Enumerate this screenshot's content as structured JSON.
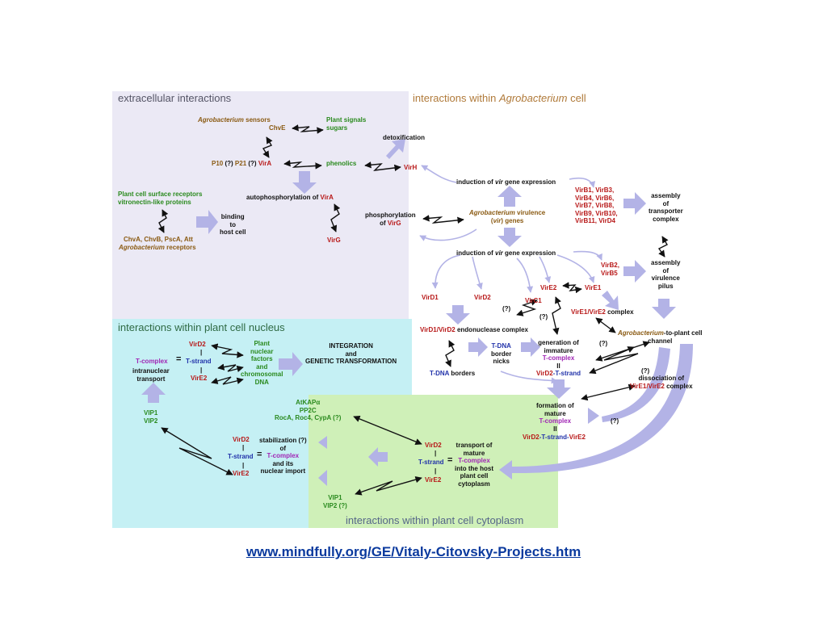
{
  "colors": {
    "extracellular_bg": "#ebe9f5",
    "agrobacterium_bg": "#ffffff",
    "nucleus_bg": "#c5f0f4",
    "cytoplasm_bg": "#cff0b8",
    "flow_arrow": "#b3b3e6",
    "green_text": "#2a8a1e",
    "red_text": "#b81818",
    "blue_text": "#2233aa",
    "purple_text": "#a126b5",
    "brown_text": "#8a5a12",
    "link": "#0b3a9e"
  },
  "regions": {
    "extracellular": {
      "pre": "extracellular interactions"
    },
    "agrobacterium": {
      "pre": "interactions within ",
      "em": "Agrobacterium",
      "post": " cell"
    },
    "nucleus": {
      "pre": "interactions within plant cell nucleus"
    },
    "cytoplasm": {
      "pre": "interactions within plant cell cytoplasm"
    }
  },
  "labels": {
    "agro_sensors_em": "Agrobacterium",
    "agro_sensors_post": " sensors",
    "chve": "ChvE",
    "plant_signals": "Plant signals",
    "sugars": "sugars",
    "detox": "detoxification",
    "p10": "P10",
    "q1": " (?) ",
    "p21": "P21",
    "q2": " (?) ",
    "vira": "VirA",
    "phenolics": "phenolics",
    "virh": "VirH",
    "induction1_pre": "induction of ",
    "induction1_em": "vir",
    "induction1_post": " gene expression",
    "virb_list": [
      "VirB1, VirB3,",
      "VirB4, VirB6,",
      "VirB7, VirB8,",
      "VirB9, VirB10,",
      "VirB11, VirD4"
    ],
    "assembly_transporter": [
      "assembly",
      "of",
      "transporter",
      "complex"
    ],
    "surface_receptors": [
      "Plant cell surface receptors",
      "vitronectin-like proteins"
    ],
    "autophos_pre": "autophosphorylation of ",
    "autophos_vira": "VirA",
    "binding": [
      "binding",
      "to",
      "host cell"
    ],
    "phosphorylation": [
      "phosphorylation",
      "of "
    ],
    "phos_virg": "VirG",
    "agro_virulence_em": "Agrobacterium",
    "agro_virulence_post": " virulence",
    "vir_genes_pre": "(",
    "vir_genes_em": "vir",
    "vir_genes_post": ") genes",
    "chva_list": "ChvA, ChvB, PscA, Att",
    "agro_receptors_em": "Agrobacterium",
    "agro_receptors_post": " receptors",
    "virg": "VirG",
    "induction2_pre": "induction of ",
    "induction2_em": "vir",
    "induction2_post": " gene expression",
    "virb2_b5": [
      "VirB2,",
      "VirB5"
    ],
    "assembly_pilus": [
      "assembly",
      "of",
      "virulence",
      "pilus"
    ],
    "vird1": "VirD1",
    "vird2_a": "VirD2",
    "virc1": "VirC1",
    "vire2_a": "VirE2",
    "vire1_a": "VirE1",
    "q3": "(?)",
    "q4": "(?)",
    "vire1_vire2": "VirE1/VirE2",
    "complex_word": " complex",
    "endonuclease_red": "VirD1/VirD2",
    "endonuclease_black": " endonuclease complex",
    "channel_em": "Agrobacterium",
    "channel_post": "-to-plant cell",
    "channel_word": "channel",
    "tdna_border_nicks": [
      "T-DNA",
      "border",
      "nicks"
    ],
    "generation_immature": [
      "generation of",
      "immature"
    ],
    "t_complex_1": "T-complex",
    "equals_1": "II",
    "vird2_tstrand_red": "VirD2",
    "vird2_tstrand_blue": "-T-strand",
    "tdna_borders_blue": "T-DNA",
    "tdna_borders_black": " borders",
    "q5": "(?)",
    "q6": "(?)",
    "dissociation_of": [
      "dissociation of"
    ],
    "dissoc_red": "VirE1/VirE2",
    "dissoc_black": " complex",
    "integration": [
      "INTEGRATION",
      "and",
      "GENETIC TRANSFORMATION"
    ],
    "nuc_vird2": "VirD2",
    "nuc_bar": "|",
    "nuc_tstrand": "T-strand",
    "nuc_vire2": "VirE2",
    "nuc_tcomplex": "T-complex",
    "nuc_eq": "=",
    "intranuclear": [
      "intranuclear",
      "transport"
    ],
    "plant_nuclear_factors": [
      "Plant",
      "nuclear",
      "factors",
      "and",
      "chromosomal",
      "DNA"
    ],
    "vip1_vip2_nuc": [
      "VIP1",
      "VIP2"
    ],
    "atkap": [
      "AtKAPα",
      "PP2C",
      "RocA, Roc4, CypA (?)"
    ],
    "formation_mature": [
      "formation of",
      "mature"
    ],
    "t_complex_2": "T-complex",
    "equals_2": "II",
    "final_red1": "VirD2",
    "final_blue": "-T-strand-",
    "final_red2": "VirE2",
    "q7": "(?)",
    "cyt_vird2_left": "VirD2",
    "cyt_tstrand_left": "T-strand",
    "cyt_vire2_left": "VirE2",
    "stabilization": [
      "stabilization (?)",
      "of"
    ],
    "stab_tcomplex": "T-complex",
    "stab_post": [
      "and its",
      "nuclear import"
    ],
    "cyt_vird2_right": "VirD2",
    "cyt_tstrand_right": "T-strand",
    "cyt_vire2_right": "VirE2",
    "transport_mature": [
      "transport of",
      "mature"
    ],
    "transport_tcomplex": "T-complex",
    "transport_post": [
      "into the host",
      "plant cell",
      "cytoplasm"
    ],
    "vip1_vip2_cyto": [
      "VIP1",
      "VIP2 (?)"
    ]
  },
  "footer": {
    "source_link": "www.mindfully.org/GE/Vitaly-Citovsky-Projects.htm"
  }
}
